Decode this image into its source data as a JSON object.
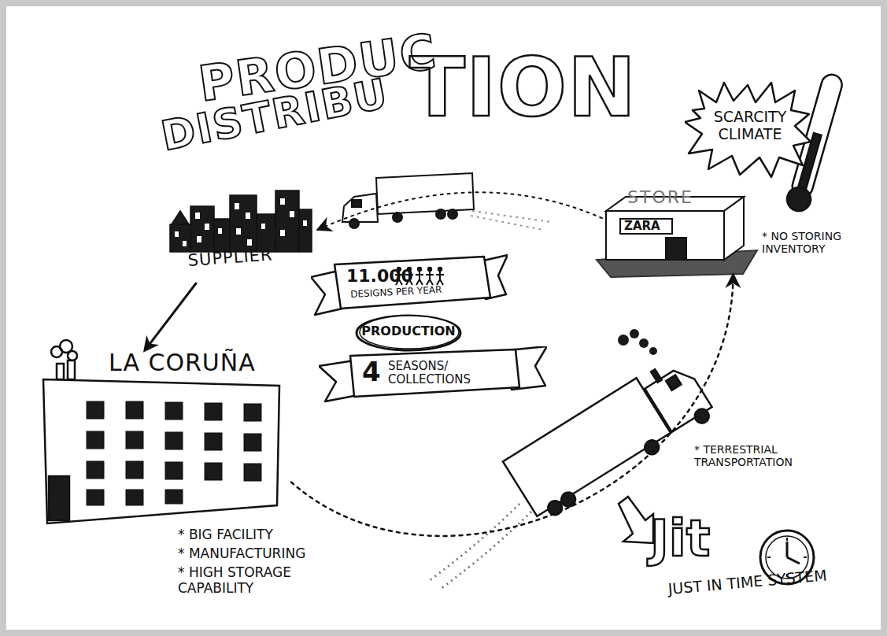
{
  "diagram": {
    "nodes": [
      {
        "text": [
          "SUPPLIER"
        ]
      },
      {
        "text": [
          "LA CORUÑA"
        ]
      },
      {
        "text": [
          "STORE",
          "ZARA"
        ]
      },
      {
        "text": [
          "11.000",
          "DESIGNS PER YEAR"
        ]
      },
      {
        "text": [
          "PRODUCTION"
        ]
      },
      {
        "text": [
          "4",
          "SEASONS/ COLLECTIONS"
        ]
      },
      {
        "text": [
          "SCARCITY CLIMATE"
        ]
      }
    ],
    "edges": [
      {
        "from": 0,
        "to": 1,
        "arrow": "to"
      },
      {
        "from": 1,
        "to": 2,
        "arrow": "to"
      },
      {
        "from": 2,
        "to": 0,
        "arrow": "to"
      }
    ],
    "labels": [
      "PRODUC",
      "DISTRIBU",
      "TION",
      "* BIG FACILITY",
      "* MANUFACTURING",
      "* HIGH STORAGE CAPABILITY",
      "* NO STORING INVENTORY",
      "* TERRESTRIAL TRANSPORTATION",
      "Jit",
      "JUST IN TIME SYSTEM"
    ]
  }
}
